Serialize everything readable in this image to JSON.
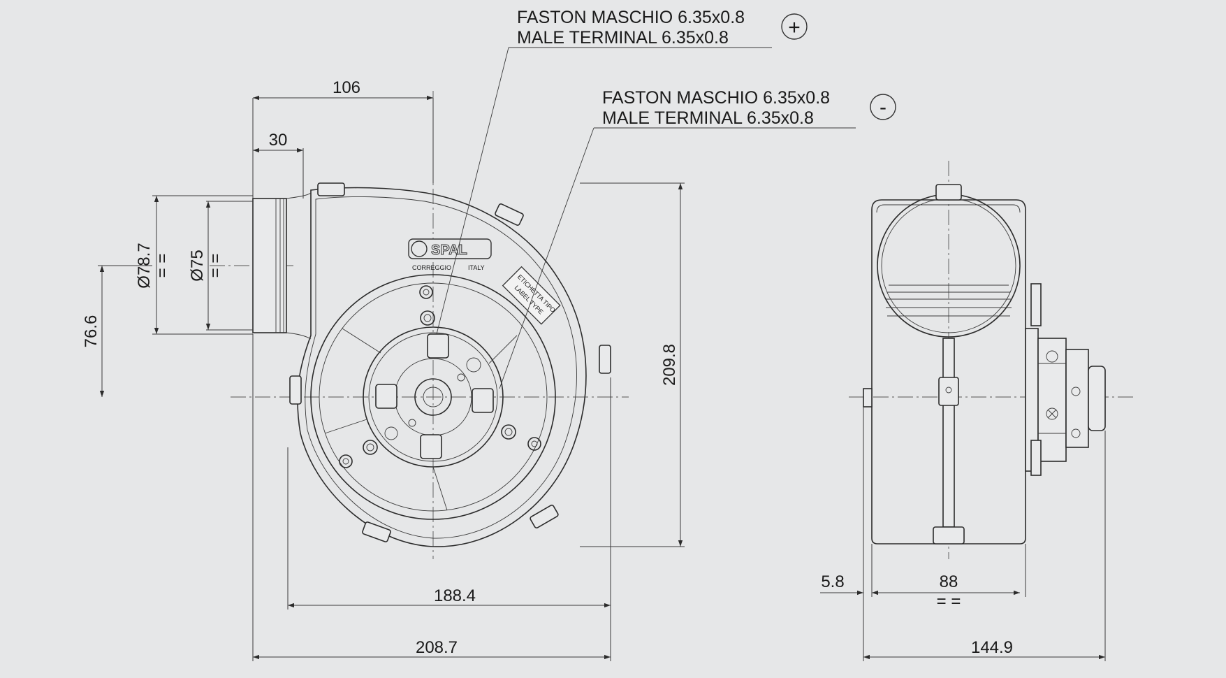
{
  "dimensions": {
    "overall_length": "208.7",
    "housing_width": "188.4",
    "outlet_depth": "106",
    "outlet_flange": "30",
    "outlet_outer_diameter": "Ø78.7",
    "outlet_inner_diameter": "Ø75",
    "symmetry_mark": "= =",
    "axis_height": "76.6",
    "overall_height": "209.8",
    "side_offset": "5.8",
    "side_width": "88",
    "side_overall": "144.9"
  },
  "terminals": {
    "positive": {
      "line1": "FASTON MASCHIO 6.35x0.8",
      "line2": "MALE TERMINAL 6.35x0.8",
      "symbol": "+"
    },
    "negative": {
      "line1": "FASTON MASCHIO 6.35x0.8",
      "line2": "MALE TERMINAL 6.35x0.8",
      "symbol": "-"
    }
  },
  "brand": {
    "name": "SPAL",
    "city": "CORREGGIO",
    "country": "ITALY"
  },
  "label_plate": {
    "line1": "ETICHETTA TIPO",
    "line2": "LABEL TYPE"
  },
  "colors": {
    "background": "#e6e7e8",
    "line": "#2b2b2b"
  }
}
